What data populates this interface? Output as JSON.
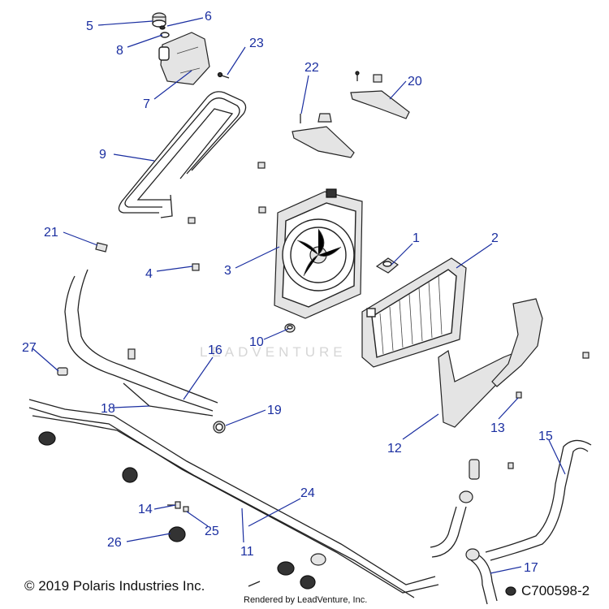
{
  "watermark": "LEADVENTURE",
  "copyright": "© 2019 Polaris Industries Inc.",
  "render_credit": "Rendered by LeadVenture, Inc.",
  "diagram_id": "C700598-2",
  "callouts": [
    {
      "key": "c1",
      "label": "1"
    },
    {
      "key": "c2",
      "label": "2"
    },
    {
      "key": "c3",
      "label": "3"
    },
    {
      "key": "c4",
      "label": "4"
    },
    {
      "key": "c5",
      "label": "5"
    },
    {
      "key": "c6",
      "label": "6"
    },
    {
      "key": "c7",
      "label": "7"
    },
    {
      "key": "c8",
      "label": "8"
    },
    {
      "key": "c9",
      "label": "9"
    },
    {
      "key": "c10",
      "label": "10"
    },
    {
      "key": "c11",
      "label": "11"
    },
    {
      "key": "c12",
      "label": "12"
    },
    {
      "key": "c13",
      "label": "13"
    },
    {
      "key": "c14",
      "label": "14"
    },
    {
      "key": "c15",
      "label": "15"
    },
    {
      "key": "c16",
      "label": "16"
    },
    {
      "key": "c17",
      "label": "17"
    },
    {
      "key": "c18",
      "label": "18"
    },
    {
      "key": "c19",
      "label": "19"
    },
    {
      "key": "c20",
      "label": "20"
    },
    {
      "key": "c21",
      "label": "21"
    },
    {
      "key": "c22",
      "label": "22"
    },
    {
      "key": "c23",
      "label": "23"
    },
    {
      "key": "c24",
      "label": "24"
    },
    {
      "key": "c25",
      "label": "25"
    },
    {
      "key": "c26",
      "label": "26"
    },
    {
      "key": "c27",
      "label": "27"
    }
  ],
  "colors": {
    "callout": "#1a2ea0",
    "line_art": "#222222"
  }
}
